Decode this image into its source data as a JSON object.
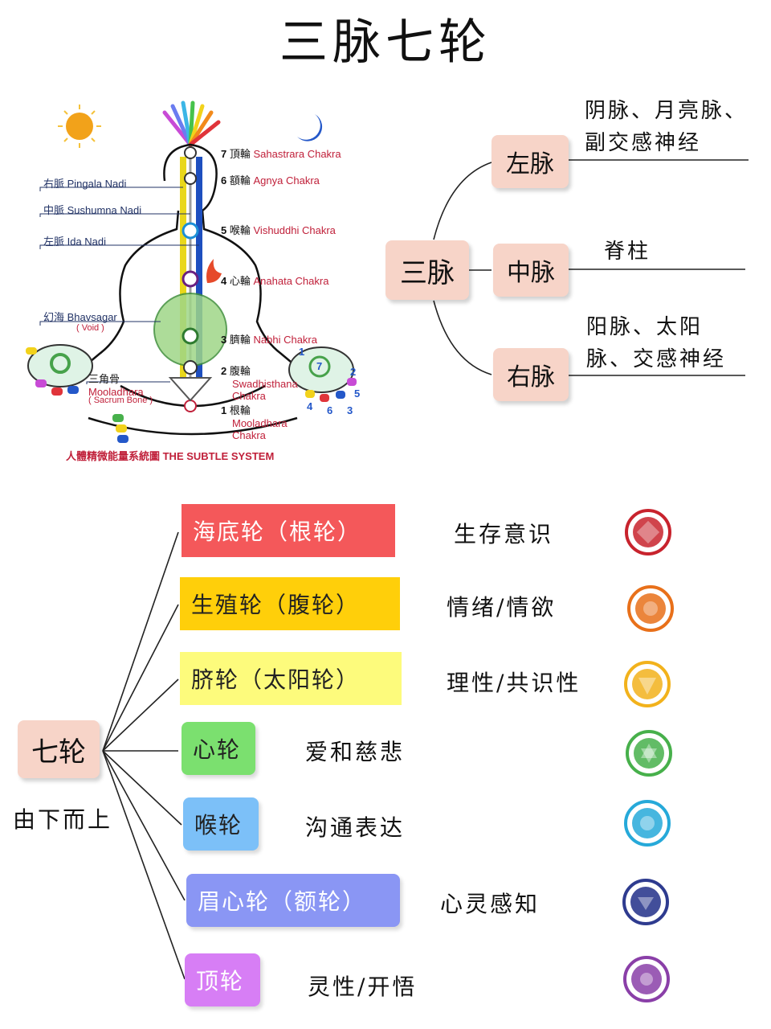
{
  "title": "三脉七轮",
  "figure": {
    "caption": "人體精微能量系統圖 THE SUBTLE SYSTEM",
    "left_labels": {
      "pingala": "右脈 Pingala Nadi",
      "sushumna": "中脈 Sushumna Nadi",
      "ida": "左脈 Ida Nadi",
      "bhavsagar": "幻海 Bhavsagar",
      "void": "( Void )",
      "sacrum_cn": "三角骨",
      "mooladhara": "Mooladhara",
      "sacrum_bone": "( Sacrum Bone )"
    },
    "chakra_labels": [
      {
        "num": "7",
        "cn": "頂輪",
        "en": "Sahastrara Chakra"
      },
      {
        "num": "6",
        "cn": "額輪",
        "en": "Agnya Chakra"
      },
      {
        "num": "5",
        "cn": "喉輪",
        "en": "Vishuddhi Chakra"
      },
      {
        "num": "4",
        "cn": "心輪",
        "en": "Anahata Chakra"
      },
      {
        "num": "3",
        "cn": "臍輪",
        "en": "Nabhi Chakra"
      },
      {
        "num": "2",
        "cn": "腹輪",
        "en": "Swadhisthana Chakra"
      },
      {
        "num": "1",
        "cn": "根輪",
        "en": "Mooladhara Chakra"
      }
    ],
    "hand_numbers": {
      "center": "7",
      "n1": "1",
      "n2": "2",
      "n3": "3",
      "n4": "4",
      "n5": "5",
      "n6": "6"
    }
  },
  "three_channels": {
    "root": "三脉",
    "left": {
      "label": "左脉",
      "note": [
        "阴脉、月亮脉、",
        "副交感神经"
      ]
    },
    "center": {
      "label": "中脉",
      "note": [
        "脊柱"
      ]
    },
    "right": {
      "label": "右脉",
      "note": [
        "阳脉、太阳",
        "脉、交感神经"
      ]
    }
  },
  "seven_chakras": {
    "root": "七轮",
    "subtitle": "由下而上",
    "items": [
      {
        "label": "海底轮（根轮）",
        "desc": "生存意识",
        "color": "#f4585a"
      },
      {
        "label": "生殖轮（腹轮）",
        "desc": "情绪/情欲",
        "color": "#ffcf0a"
      },
      {
        "label": "脐轮（太阳轮）",
        "desc": "理性/共识性",
        "color": "#fdfb7c"
      },
      {
        "label": "心轮",
        "desc": "爱和慈悲",
        "color": "#7be06f"
      },
      {
        "label": "喉轮",
        "desc": "沟通表达",
        "color": "#7cc0f8"
      },
      {
        "label": "眉心轮（额轮）",
        "desc": "心灵感知",
        "color": "#8a96f4"
      },
      {
        "label": "顶轮",
        "desc": "灵性/开悟",
        "color": "#d77ef5"
      }
    ]
  },
  "icon_colors": [
    "#c8232d",
    "#e8701a",
    "#f2b21c",
    "#47b04b",
    "#26a9d9",
    "#2e3b8f",
    "#8a3fa8"
  ]
}
